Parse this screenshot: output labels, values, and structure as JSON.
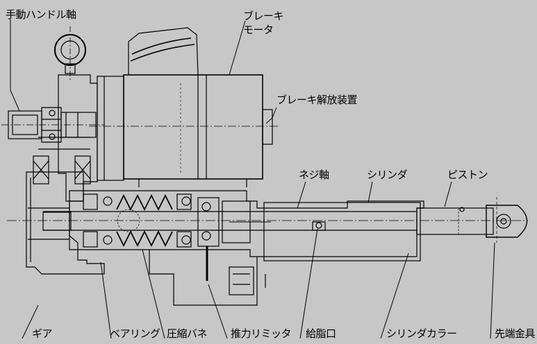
{
  "labels": {
    "manual_handle_shaft": "手動ハンドル軸",
    "brake_motor_line1": "ブレーキ",
    "brake_motor_line2": "モータ",
    "brake_release_device": "ブレーキ解放装置",
    "screw_shaft": "ネジ軸",
    "cylinder": "シリンダ",
    "piston": "ピストン",
    "gear": "ギア",
    "bearing": "ベアリング",
    "compression_spring": "圧縮バネ",
    "thrust_limiter": "推力リミッタ",
    "grease_port": "給脂口",
    "cylinder_collar": "シリンダカラー",
    "tip_fitting": "先端金具"
  },
  "colors": {
    "background": "#c7c7c7",
    "line": "#000000"
  }
}
